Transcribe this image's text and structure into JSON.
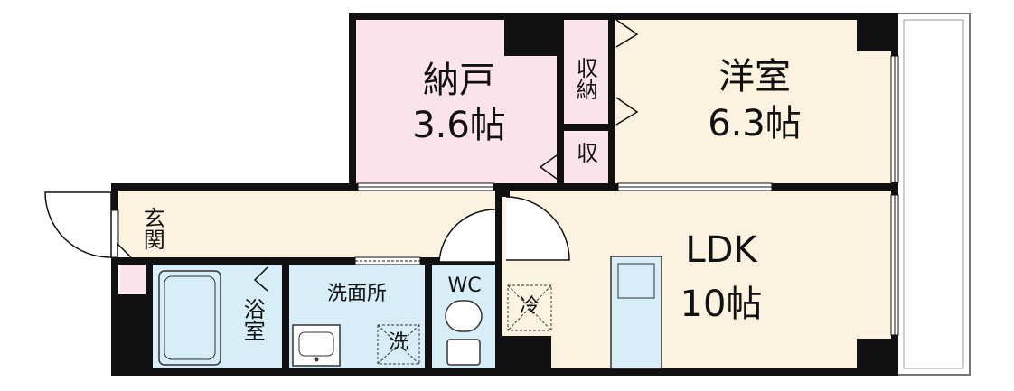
{
  "rooms": {
    "storage_room": {
      "name": "納戸",
      "size": "3.6帖"
    },
    "western_room": {
      "name": "洋室",
      "size": "6.3帖"
    },
    "closet_large": "収納",
    "closet_small": "収",
    "entrance": "玄関",
    "bathroom": "浴室",
    "washroom": "洗面所",
    "washer": "洗",
    "toilet": "WC",
    "fridge": "冷",
    "ldk": {
      "name": "LDK",
      "size": "10帖"
    }
  },
  "colors": {
    "wall": "#111111",
    "pink_room": "#fbe3ec",
    "cream_room": "#fbf3df",
    "blue_room": "#d7eef8",
    "balcony": "#ffffff"
  }
}
